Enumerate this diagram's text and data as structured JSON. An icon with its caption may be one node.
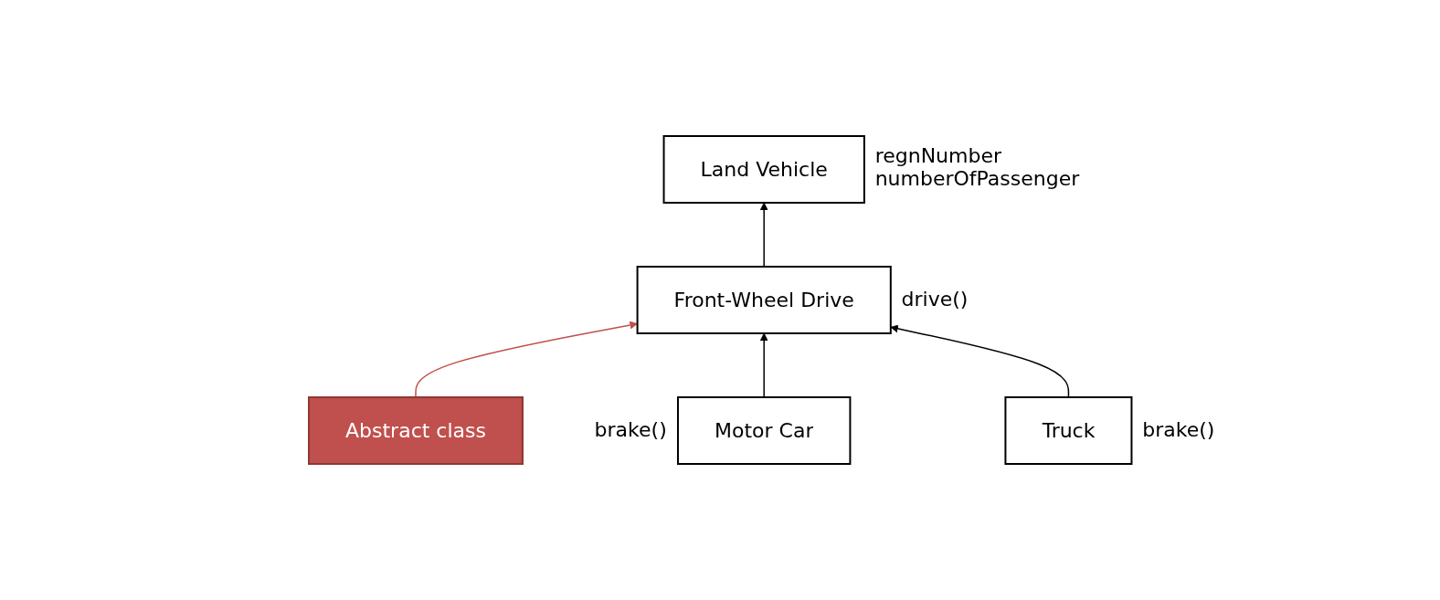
{
  "diagram": {
    "nodes": [
      {
        "text": [
          "Land Vehicle"
        ],
        "beside": [
          "regnNumber",
          "numberOfPassenger"
        ]
      },
      {
        "text": [
          "Abstract class"
        ]
      },
      {
        "text": [
          "Front-Wheel Drive"
        ],
        "beside": [
          "drive()"
        ]
      },
      {
        "text": [
          "Motor Car"
        ],
        "beside": [
          "brake()"
        ]
      },
      {
        "text": [
          "Truck"
        ],
        "beside": [
          "brake()"
        ]
      }
    ],
    "edges": [
      {
        "from": 2,
        "to": 0,
        "arrow": "to"
      },
      {
        "from": 1,
        "to": 2,
        "arrow": "to",
        "color": "#c0504d"
      },
      {
        "from": 3,
        "to": 2,
        "arrow": "to"
      },
      {
        "from": 4,
        "to": 2,
        "arrow": "to"
      }
    ]
  }
}
